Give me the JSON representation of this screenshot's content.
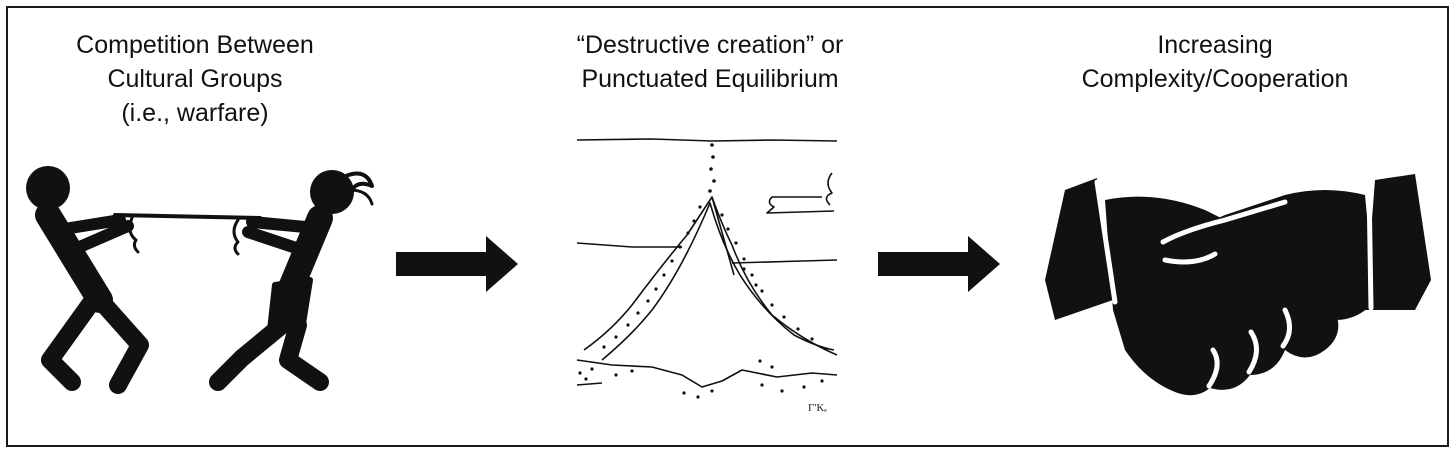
{
  "stages": [
    {
      "lines": [
        "Competition Between",
        "Cultural Groups",
        "(i.e., warfare)"
      ],
      "icon": "tug-of-war-icon"
    },
    {
      "lines": [
        "“Destructive creation” or",
        "Punctuated Equilibrium"
      ],
      "icon": "mountain-sketch"
    },
    {
      "lines": [
        "Increasing",
        "Complexity/Cooperation"
      ],
      "icon": "handshake-icon"
    }
  ],
  "sketch_signature": "Γ'Kₑ",
  "colors": {
    "ink": "#111111",
    "border": "#1a1a1a",
    "background": "#ffffff"
  }
}
